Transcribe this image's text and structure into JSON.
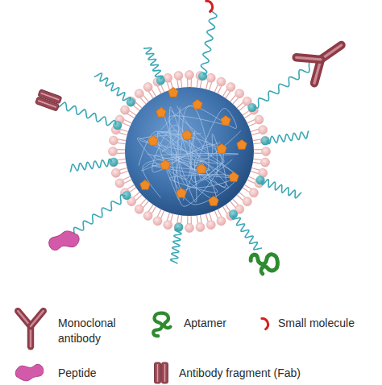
{
  "diagram": {
    "legend": [
      {
        "text": "Monoclonal antibody"
      },
      {
        "text": "Aptamer"
      },
      {
        "text": "Small molecule"
      },
      {
        "text": "Peptide"
      },
      {
        "text": "Antibody fragment (Fab)"
      }
    ]
  }
}
